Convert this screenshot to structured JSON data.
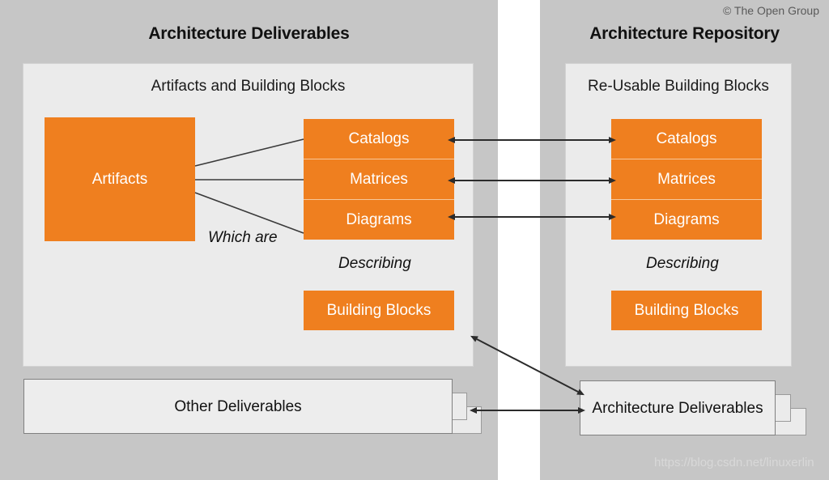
{
  "meta": {
    "copyright": "© The Open Group",
    "watermark": "https://blog.csdn.net/linuxerlin",
    "colors": {
      "panel_bg": "#c6c6c6",
      "inner_bg": "#ebebeb",
      "accent_orange": "#ef7f1f",
      "doc_bg": "#ededed",
      "arrow": "#333333",
      "page_bg": "#ffffff"
    }
  },
  "left_panel": {
    "title": "Architecture Deliverables",
    "inner": {
      "heading": "Artifacts and Building Blocks",
      "artifacts_box": "Artifacts",
      "artifact_types": [
        {
          "label": "Catalogs"
        },
        {
          "label": "Matrices"
        },
        {
          "label": "Diagrams"
        }
      ],
      "relation_which_are": "Which are",
      "relation_describing": "Describing",
      "building_blocks_box": "Building Blocks"
    },
    "document_stack": {
      "label": "Other Deliverables",
      "sheets": 3
    }
  },
  "right_panel": {
    "title": "Architecture Repository",
    "inner": {
      "heading": "Re-Usable Building Blocks",
      "artifact_types": [
        {
          "label": "Catalogs"
        },
        {
          "label": "Matrices"
        },
        {
          "label": "Diagrams"
        }
      ],
      "relation_describing": "Describing",
      "building_blocks_box": "Building Blocks"
    },
    "document_stack": {
      "label": "Architecture Deliverables",
      "sheets": 3
    }
  },
  "connectors": {
    "cross_panel_arrows": [
      {
        "name": "catalogs-link",
        "type": "double-headed"
      },
      {
        "name": "matrices-link",
        "type": "double-headed"
      },
      {
        "name": "diagrams-link",
        "type": "double-headed"
      },
      {
        "name": "inner-to-deliverables-link",
        "type": "double-headed-diagonal"
      },
      {
        "name": "other-to-architecture-deliverables-link",
        "type": "double-headed"
      }
    ],
    "artifact_fan_lines": 3
  }
}
